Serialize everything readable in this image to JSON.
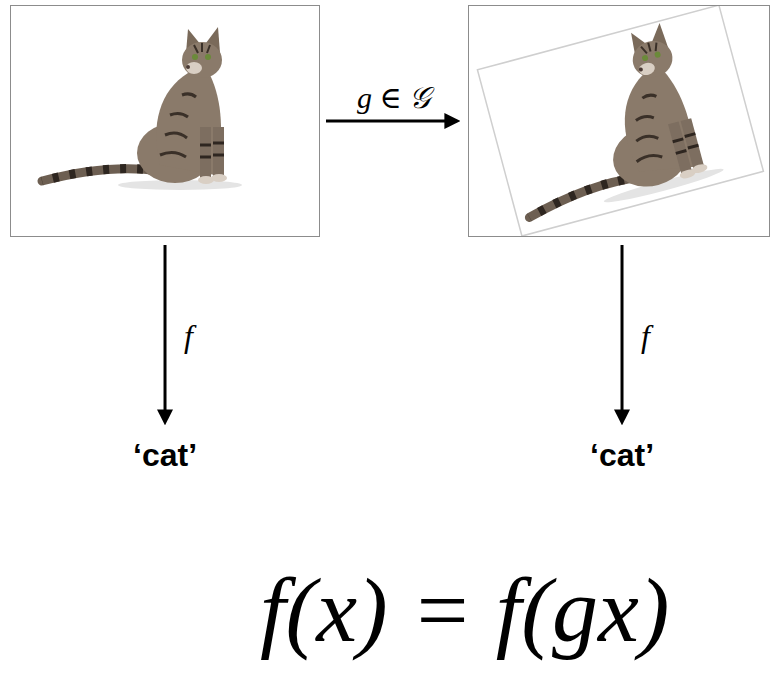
{
  "diagram": {
    "nodes": [
      {
        "text": []
      },
      {
        "text": []
      },
      {
        "text": [
          "‘cat’"
        ]
      },
      {
        "text": [
          "‘cat’"
        ]
      }
    ],
    "edges": [
      {
        "from": 0,
        "to": 1,
        "label": "g ∈ 𝒢",
        "arrow": "to"
      },
      {
        "from": 0,
        "to": 2,
        "label": "f",
        "arrow": "to"
      },
      {
        "from": 1,
        "to": 3,
        "label": "f",
        "arrow": "to"
      }
    ],
    "labels": [
      "f(x) = f(gx)"
    ]
  }
}
